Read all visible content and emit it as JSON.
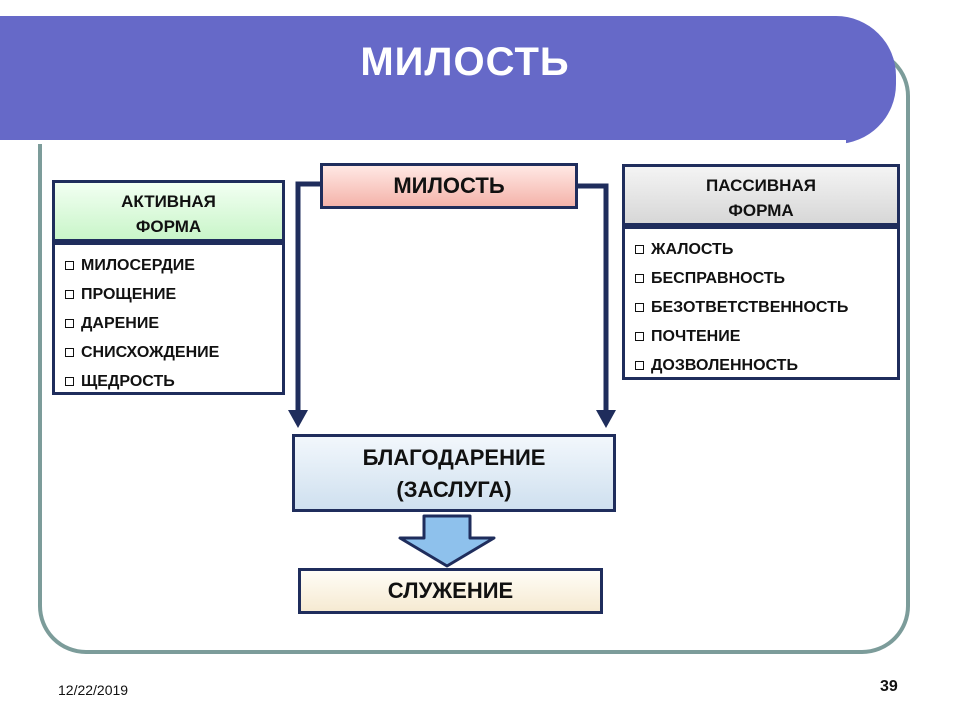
{
  "title": "МИЛОСТЬ",
  "center_box": "МИЛОСТЬ",
  "active": {
    "header": [
      "АКТИВНАЯ",
      "ФОРМА"
    ],
    "items": [
      "МИЛОСЕРДИЕ",
      "ПРОЩЕНИЕ",
      "ДАРЕНИЕ",
      "СНИСХОЖДЕНИЕ",
      "ЩЕДРОСТЬ"
    ]
  },
  "passive": {
    "header": [
      "ПАССИВНАЯ",
      "ФОРМА"
    ],
    "items": [
      "ЖАЛОСТЬ",
      "БЕСПРАВНОСТЬ",
      "БЕЗОТВЕТСТВЕННОСТЬ",
      "ПОЧТЕНИЕ",
      "ДОЗВОЛЕННОСТЬ"
    ]
  },
  "gratitude": [
    "БЛАГОДАРЕНИЕ",
    "(ЗАСЛУГА)"
  ],
  "service": "СЛУЖЕНИЕ",
  "footer": {
    "date": "12/22/2019",
    "page": "39"
  },
  "colors": {
    "title_bar": "#6669c8",
    "frame": "#7c9c9a",
    "border": "#1f2d5c",
    "arrow": "#8ec1ec"
  }
}
